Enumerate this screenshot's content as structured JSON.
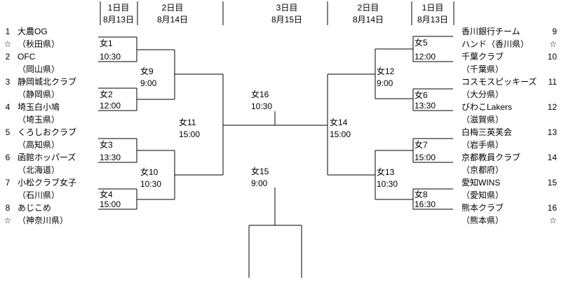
{
  "colors": {
    "background": "#ffffff",
    "foreground": "#000000",
    "line": "#000000"
  },
  "headers": [
    {
      "day": "1日目",
      "date": "8月13日"
    },
    {
      "day": "2日目",
      "date": "8月14日"
    },
    {
      "day": "3日目",
      "date": "8月15日"
    },
    {
      "day": "2日目",
      "date": "8月14日"
    },
    {
      "day": "1日目",
      "date": "8月13日"
    }
  ],
  "left_entries": [
    {
      "col1": "1",
      "text": "大農OG"
    },
    {
      "col1": "☆",
      "text": "（秋田県）"
    },
    {
      "col1": "2",
      "text": "OFC"
    },
    {
      "col1": "",
      "text": "（岡山県）"
    },
    {
      "col1": "3",
      "text": "静岡城北クラブ"
    },
    {
      "col1": "",
      "text": "（静岡県）"
    },
    {
      "col1": "4",
      "text": "埼玉白小鳩"
    },
    {
      "col1": "",
      "text": "（埼玉県）"
    },
    {
      "col1": "5",
      "text": "くろしおクラブ"
    },
    {
      "col1": "",
      "text": "（高知県）"
    },
    {
      "col1": "6",
      "text": "函館ホッパーズ"
    },
    {
      "col1": "",
      "text": "（北海道）"
    },
    {
      "col1": "7",
      "text": "小松クラブ女子"
    },
    {
      "col1": "",
      "text": "（石川県）"
    },
    {
      "col1": "8",
      "text": "あじこめ"
    },
    {
      "col1": "☆",
      "text": "（神奈川県）"
    }
  ],
  "right_entries": [
    {
      "text": "香川銀行チーム",
      "col2": "9"
    },
    {
      "text": "ハンド（香川県）",
      "col2": "☆"
    },
    {
      "text": "千葉クラブ",
      "col2": "10"
    },
    {
      "text": "（千葉県）",
      "col2": ""
    },
    {
      "text": "コスモスピッキーズ",
      "col2": "11"
    },
    {
      "text": "（大分県）",
      "col2": ""
    },
    {
      "text": "びわこLakers",
      "col2": "12"
    },
    {
      "text": "（滋賀県）",
      "col2": ""
    },
    {
      "text": "白梅三英芙会",
      "col2": "13"
    },
    {
      "text": "（岩手県）",
      "col2": ""
    },
    {
      "text": "京都教員クラブ",
      "col2": "14"
    },
    {
      "text": "（京都府）",
      "col2": ""
    },
    {
      "text": "愛知WINS",
      "col2": "15"
    },
    {
      "text": "（愛知県）",
      "col2": ""
    },
    {
      "text": "熊本クラブ",
      "col2": "16"
    },
    {
      "text": "（熊本県）",
      "col2": "☆"
    }
  ],
  "matches": [
    {
      "id": "w1",
      "round": "round1",
      "label": "女1",
      "time": "10:30"
    },
    {
      "id": "w2",
      "round": "round1",
      "label": "女2",
      "time": "12:00"
    },
    {
      "id": "w3",
      "round": "round1",
      "label": "女3",
      "time": "13:30"
    },
    {
      "id": "w4",
      "round": "round1",
      "label": "女4",
      "time": "15:00"
    },
    {
      "id": "w5",
      "round": "round1",
      "label": "女5",
      "time": "12:00"
    },
    {
      "id": "w6",
      "round": "round1",
      "label": "女6",
      "time": "13:30"
    },
    {
      "id": "w7",
      "round": "round1",
      "label": "女7",
      "time": "15:00"
    },
    {
      "id": "w8",
      "round": "round1",
      "label": "女8",
      "time": "16:30"
    },
    {
      "id": "w9",
      "round": "quarterfinal",
      "label": "女9",
      "time": "9:00"
    },
    {
      "id": "w10",
      "round": "quarterfinal",
      "label": "女10",
      "time": "10:30"
    },
    {
      "id": "w11",
      "round": "semifinal",
      "label": "女11",
      "time": "15:00"
    },
    {
      "id": "w12",
      "round": "quarterfinal",
      "label": "女12",
      "time": "9:00"
    },
    {
      "id": "w13",
      "round": "quarterfinal",
      "label": "女13",
      "time": "10:30"
    },
    {
      "id": "w14",
      "round": "semifinal",
      "label": "女14",
      "time": "15:00"
    },
    {
      "id": "w15",
      "round": "third-place",
      "label": "女15",
      "time": "9:00"
    },
    {
      "id": "w16",
      "round": "final",
      "label": "女16",
      "time": "10:30"
    }
  ]
}
